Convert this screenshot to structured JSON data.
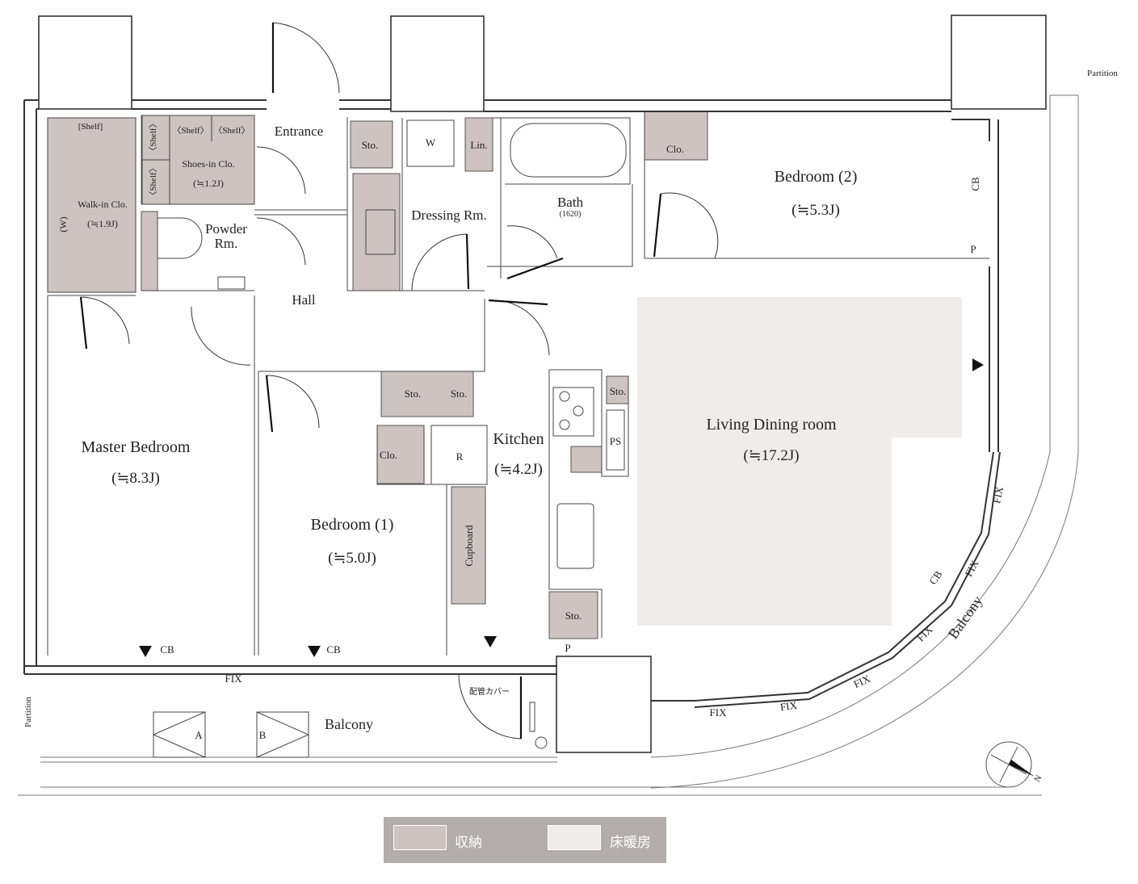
{
  "rooms": {
    "master": {
      "name": "Master Bedroom",
      "area": "(≒8.3J)"
    },
    "bedroom1": {
      "name": "Bedroom (1)",
      "area": "(≒5.0J)"
    },
    "bedroom2": {
      "name": "Bedroom (2)",
      "area": "(≒5.3J)"
    },
    "living": {
      "name": "Living Dining room",
      "area": "(≒17.2J)"
    },
    "kitchen": {
      "name": "Kitchen",
      "area": "(≒4.2J)"
    },
    "walkin": {
      "name": "Walk-in Clo.",
      "area": "(≒1.9J)",
      "w": "(W)"
    },
    "shoes": {
      "name": "Shoes-in Clo.",
      "area": "(≒1.2J)"
    },
    "powder": {
      "line1": "Powder",
      "line2": "Rm."
    },
    "dressing": {
      "name": "Dressing Rm."
    },
    "bath": {
      "name": "Bath",
      "size": "(1620)"
    },
    "entrance": {
      "name": "Entrance"
    },
    "hall": {
      "name": "Hall"
    }
  },
  "labels": {
    "shelf": "[Shelf]",
    "shelf_angle": "〈Shelf〉",
    "sto": "Sto.",
    "clo": "Clo.",
    "lin": "Lin.",
    "w": "W",
    "r": "R",
    "ps": "PS",
    "p": "P",
    "cb": "CB",
    "fix": "FIX",
    "cupboard": "Cupboard",
    "balcony": "Balcony",
    "partition": "Partition",
    "pipe_cover": "配管カバー",
    "a": "A",
    "b": "B",
    "north": "N"
  },
  "legend": {
    "storage": {
      "label": "収納",
      "color": "#cdc4c2"
    },
    "floor_heating": {
      "label": "床暖房",
      "color": "#efecea"
    }
  }
}
